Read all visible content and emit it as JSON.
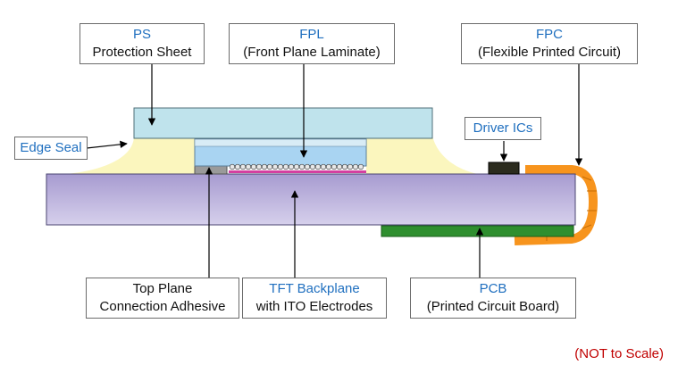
{
  "labels": {
    "ps": {
      "line1": "PS",
      "line2": "Protection Sheet"
    },
    "fpl": {
      "line1": "FPL",
      "line2": "(Front Plane Laminate)"
    },
    "fpc": {
      "line1": "FPC",
      "line2": "(Flexible Printed Circuit)"
    },
    "edge_seal": "Edge Seal",
    "driver_ics": "Driver ICs",
    "adhesive": {
      "line1": "Top Plane",
      "line2": "Connection Adhesive"
    },
    "tft": {
      "line1": "TFT Backplane",
      "line2": "with ITO Electrodes"
    },
    "pcb": {
      "line1": "PCB",
      "line2": "(Printed Circuit Board)"
    }
  },
  "note": "(NOT to Scale)",
  "colors": {
    "label_blue": "#1f6fbf",
    "note_red": "#c00000",
    "protection_sheet": "#bfe3ec",
    "edge_seal": "#fbf6be",
    "fpl": "#a9d4f2",
    "backplane": "#b0a4d4",
    "pcb": "#2f8f2f",
    "fpc": "#f7941d",
    "driver_ic": "#2b2b1e",
    "adhesive": "#9a9a9a",
    "ito": "#d43fa0"
  }
}
